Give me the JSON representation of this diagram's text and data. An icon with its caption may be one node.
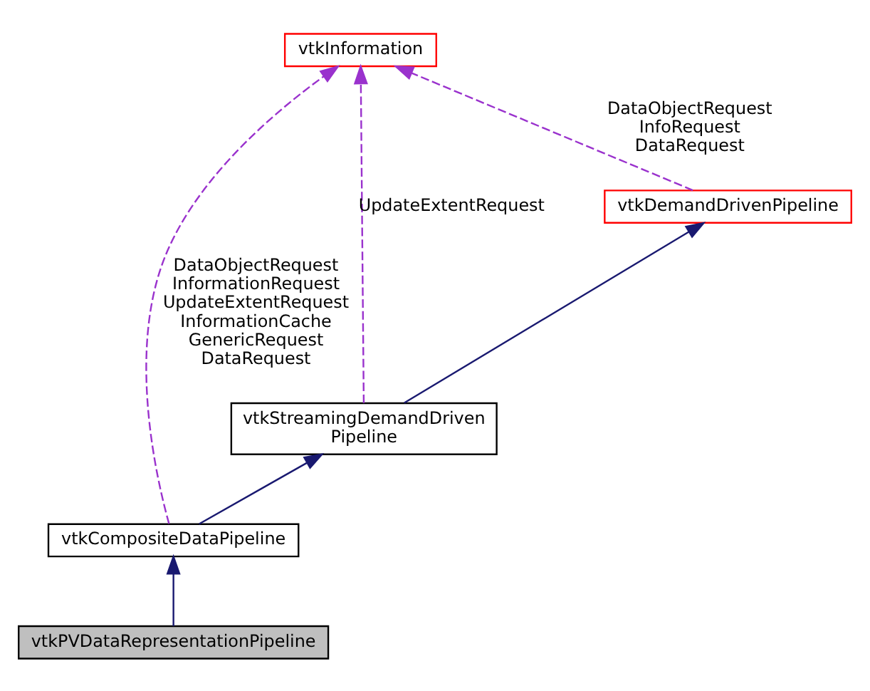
{
  "diagram": {
    "nodes": [
      {
        "text": [
          "vtkInformation"
        ]
      },
      {
        "text": [
          "vtkDemandDrivenPipeline"
        ]
      },
      {
        "text": [
          "vtkStreamingDemandDrivenPipeline"
        ]
      },
      {
        "text": [
          "vtkCompositeDataPipeline"
        ]
      },
      {
        "text": [
          "vtkPVDataRepresentationPipeline"
        ]
      }
    ],
    "edges": [
      {
        "from": 1,
        "to": 0,
        "arrow": "to",
        "style": "dashed",
        "color": "#9a32cd",
        "label": "DataObjectRequest InfoRequest DataRequest"
      },
      {
        "from": 2,
        "to": 1,
        "arrow": "to",
        "color": "#191970"
      },
      {
        "from": 2,
        "to": 0,
        "arrow": "to",
        "style": "dashed",
        "color": "#9a32cd",
        "label": "UpdateExtentRequest"
      },
      {
        "from": 3,
        "to": 0,
        "arrow": "to",
        "style": "dashed",
        "color": "#9a32cd",
        "label": "DataObjectRequest InformationRequest UpdateExtentRequest InformationCache GenericRequest DataRequest"
      },
      {
        "from": 3,
        "to": 2,
        "arrow": "to",
        "color": "#191970"
      },
      {
        "from": 4,
        "to": 3,
        "arrow": "to",
        "color": "#191970"
      }
    ]
  }
}
